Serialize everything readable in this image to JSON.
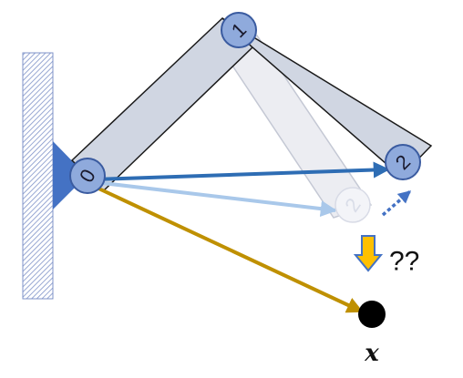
{
  "diagram": {
    "joints": {
      "base_label": "0",
      "elbow_label": "1",
      "tip_label": "2",
      "ghost_tip_label": "2"
    },
    "unknown_label": "??",
    "target_label": "x",
    "colors": {
      "wall_hatch": "#7f93c8",
      "base_mount": "#4472c4",
      "link_fill": "#d0d6e2",
      "link_stroke": "#1a1a1a",
      "joint_fill": "#8faadc",
      "joint_stroke": "#3a5ba0",
      "ghost_link_fill": "#ecedf2",
      "ghost_link_stroke": "#c4c8d4",
      "ghost_joint_fill": "#f3f4f8",
      "current_tip_arrow": "#2e6db4",
      "ghost_tip_arrow": "#a9c8ea",
      "target_arrow": "#bf9000",
      "move_hint_arrow": "#4472c4",
      "down_arrow_fill": "#ffc000",
      "down_arrow_stroke": "#4472c4",
      "target_point": "#000000"
    }
  }
}
